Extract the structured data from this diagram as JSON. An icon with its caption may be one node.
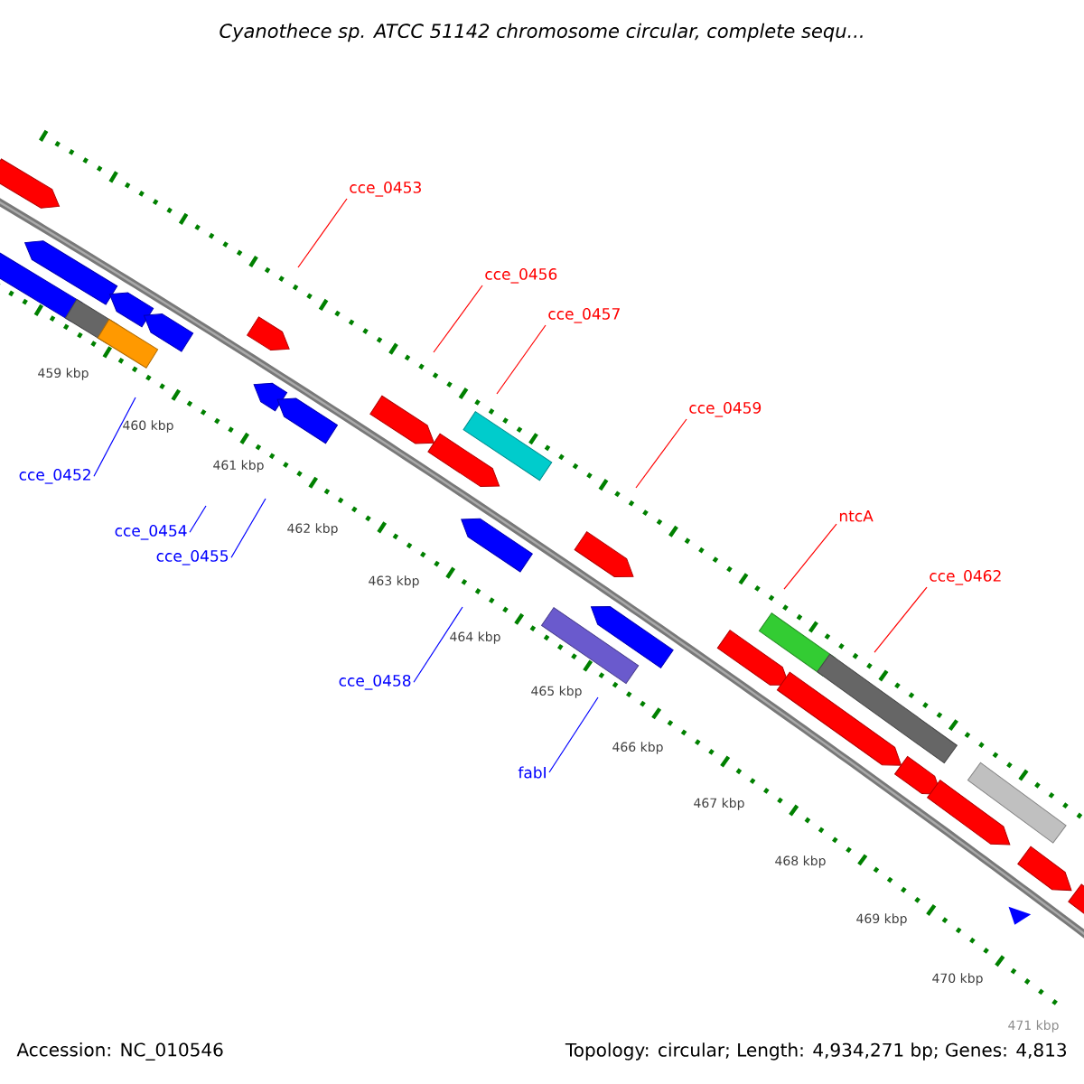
{
  "diagram": {
    "title": "Cyanothece sp. ATCC 51142 chromosome circular, complete sequ...",
    "nodes": [
      {
        "text": [
          "cce_0453"
        ]
      },
      {
        "text": [
          "cce_0456"
        ]
      },
      {
        "text": [
          "cce_0457"
        ]
      },
      {
        "text": [
          "cce_0459"
        ]
      },
      {
        "text": [
          "ntcA"
        ]
      },
      {
        "text": [
          "cce_0462"
        ]
      },
      {
        "text": [
          "cce_0452"
        ]
      },
      {
        "text": [
          "cce_0454"
        ]
      },
      {
        "text": [
          "cce_0455"
        ]
      },
      {
        "text": [
          "cce_0458"
        ]
      },
      {
        "text": [
          "fabI"
        ]
      }
    ],
    "edges": [
      {
        "from": 0,
        "to": null,
        "arrow": "none"
      },
      {
        "from": 1,
        "to": null,
        "arrow": "none"
      },
      {
        "from": 2,
        "to": null,
        "arrow": "none"
      },
      {
        "from": 3,
        "to": null,
        "arrow": "none"
      },
      {
        "from": 4,
        "to": null,
        "arrow": "none"
      },
      {
        "from": 5,
        "to": null,
        "arrow": "none"
      },
      {
        "from": 6,
        "to": null,
        "arrow": "none",
        "color": "#0000ff"
      },
      {
        "from": 7,
        "to": null,
        "arrow": "none",
        "color": "#0000ff"
      },
      {
        "from": 8,
        "to": null,
        "arrow": "none",
        "color": "#0000ff"
      },
      {
        "from": 9,
        "to": null,
        "arrow": "none",
        "color": "#0000ff"
      },
      {
        "from": 10,
        "to": null,
        "arrow": "none",
        "color": "#0000ff"
      }
    ],
    "labels": [
      "459 kbp",
      "460 kbp",
      "461 kbp",
      "462 kbp",
      "463 kbp",
      "464 kbp",
      "465 kbp",
      "466 kbp",
      "467 kbp",
      "468 kbp",
      "469 kbp",
      "470 kbp",
      "471 kbp",
      "Accession: NC_010546",
      "Topology: circular; Length: 4,934,271 bp; Genes: 4,813"
    ]
  }
}
